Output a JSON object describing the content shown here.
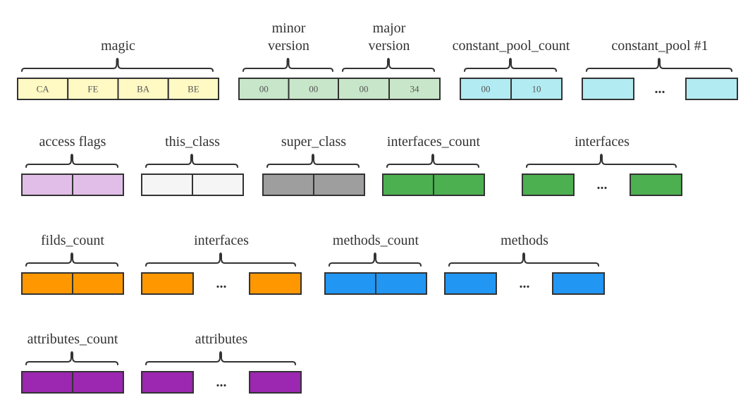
{
  "rows": [
    {
      "groups": [
        {
          "label": [
            "magic"
          ],
          "color": "#fff9c4",
          "cells": [
            "CA",
            "FE",
            "BA",
            "BE"
          ]
        },
        {
          "label": [
            "minor",
            "version"
          ],
          "color": "#c8e6c9",
          "cells": [
            "00",
            "00"
          ]
        },
        {
          "label": [
            "major",
            "version"
          ],
          "color": "#c8e6c9",
          "cells": [
            "00",
            "34"
          ]
        },
        {
          "label": [
            "constant_pool_count"
          ],
          "color": "#b2ebf2",
          "cells": [
            "00",
            "10"
          ]
        },
        {
          "label": [
            "constant_pool #1"
          ],
          "color": "#b2ebf2",
          "ellipsis": "..."
        }
      ]
    },
    {
      "groups": [
        {
          "label": [
            "access flags"
          ],
          "color": "#e1bee7",
          "cells": [
            "",
            ""
          ]
        },
        {
          "label": [
            "this_class"
          ],
          "color": "#f5f5f5",
          "cells": [
            "",
            ""
          ]
        },
        {
          "label": [
            "super_class"
          ],
          "color": "#9e9e9e",
          "cells": [
            "",
            ""
          ]
        },
        {
          "label": [
            "interfaces_count"
          ],
          "color": "#4caf50",
          "cells": [
            "",
            ""
          ]
        },
        {
          "label": [
            "interfaces"
          ],
          "color": "#4caf50",
          "ellipsis": "..."
        }
      ]
    },
    {
      "groups": [
        {
          "label": [
            "filds_count"
          ],
          "color": "#ff9800",
          "cells": [
            "",
            ""
          ]
        },
        {
          "label": [
            "interfaces"
          ],
          "color": "#ff9800",
          "ellipsis": "..."
        },
        {
          "label": [
            "methods_count"
          ],
          "color": "#2196f3",
          "cells": [
            "",
            ""
          ]
        },
        {
          "label": [
            "methods"
          ],
          "color": "#2196f3",
          "ellipsis": "..."
        }
      ]
    },
    {
      "groups": [
        {
          "label": [
            "attributes_count"
          ],
          "color": "#9c27b0",
          "cells": [
            "",
            ""
          ]
        },
        {
          "label": [
            "attributes"
          ],
          "color": "#9c27b0",
          "ellipsis": "..."
        }
      ]
    }
  ]
}
